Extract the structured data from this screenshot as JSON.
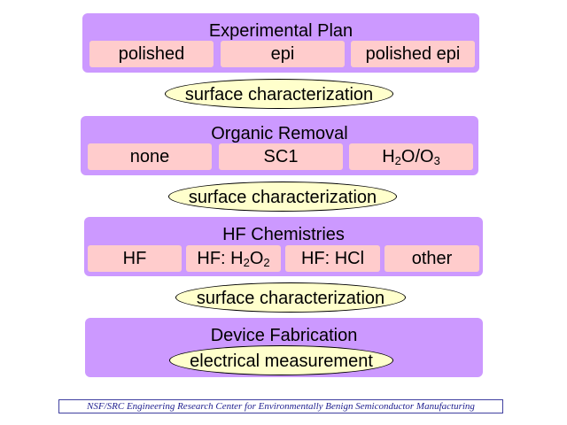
{
  "panels": {
    "plan": {
      "title": "Experimental Plan",
      "cells": [
        "polished",
        "epi",
        "polished epi"
      ]
    },
    "organic": {
      "title": "Organic Removal",
      "cells": [
        "none",
        "SC1"
      ],
      "ozone": {
        "a": "H",
        "a_sub": "2",
        "b": "O/O",
        "b_sub": "3"
      }
    },
    "hf": {
      "title": "HF Chemistries",
      "cells": [
        "HF"
      ],
      "peroxide": {
        "a": "HF: H",
        "a_sub": "2",
        "b": "O",
        "b_sub": "2"
      },
      "cells2": [
        "HF: HCl",
        "other"
      ]
    },
    "device": {
      "title": "Device Fabrication",
      "measure": "electrical measurement"
    }
  },
  "surface": [
    "surface characterization",
    "surface characterization",
    "surface characterization"
  ],
  "footer": "NSF/SRC Engineering Research Center for Environmentally Benign Semiconductor Manufacturing",
  "colors": {
    "panel": "#cc99ff",
    "cell": "#ffcccc",
    "ellipse": "#ffffcc"
  }
}
